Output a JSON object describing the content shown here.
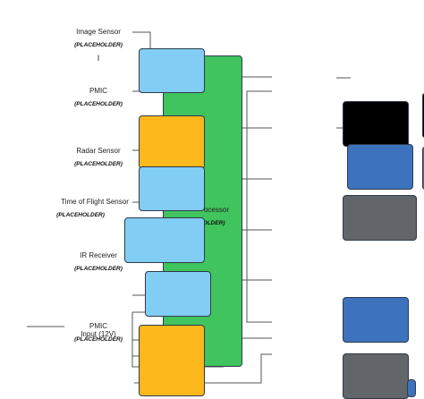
{
  "colors": {
    "processor": "#3fc45e",
    "light_blue": "#82cdf3",
    "orange": "#fdb81b",
    "black": "#000000",
    "dark_blue": "#3d73bd",
    "gray": "#62656a",
    "wire": "#555555"
  },
  "labels": {
    "image_sensor": "Image Sensor",
    "pmic_top": "PMIC",
    "radar_sensor": "Radar Sensor",
    "tof_sensor": "Time of Flight Sensor",
    "ir_receiver": "IR Receiver",
    "pmic_bottom": "PMIC",
    "input_12v": "Input (12V)",
    "processor_fragment": "ocessor"
  },
  "placeholders": {
    "image_sensor": "(PLACEHOLDER)",
    "pmic_top": "(PLACEHOLDER)",
    "radar_sensor": "(PLACEHOLDER)",
    "tof_sensor": "(PLACEHOLDER)",
    "ir_receiver": "(PLACEHOLDER)",
    "pmic_bottom": "(PLACEHOLDER)",
    "processor": "OLDER)"
  },
  "marks": {
    "cursor": "I"
  }
}
